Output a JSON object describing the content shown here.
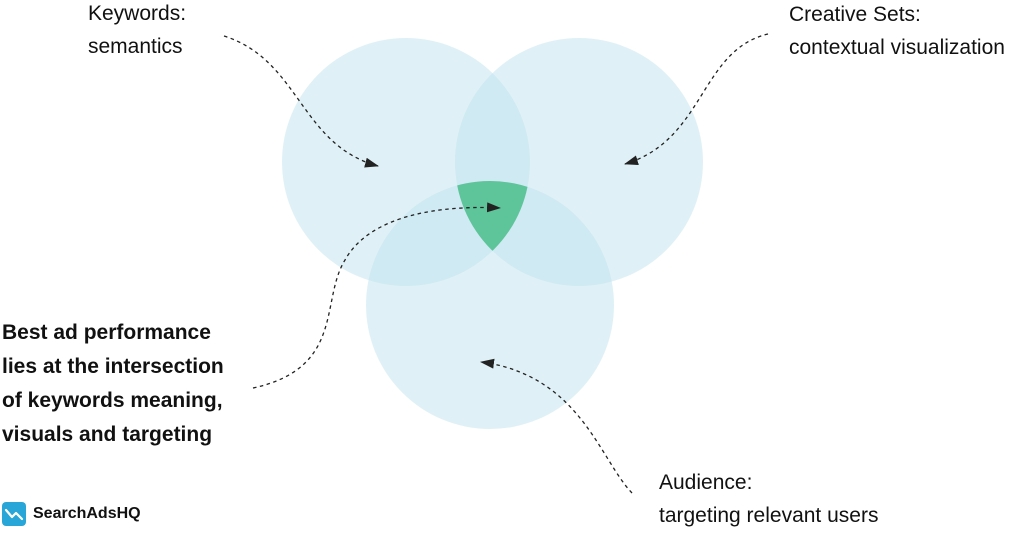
{
  "labels": {
    "keywords": {
      "line1": "Keywords:",
      "line2": "semantics"
    },
    "creative_sets": {
      "line1": "Creative Sets:",
      "line2": "contextual visualization"
    },
    "audience": {
      "line1": "Audience:",
      "line2": "targeting relevant users"
    },
    "best_performance": {
      "lines": [
        "Best ad performance",
        "lies at the intersection",
        "of keywords meaning,",
        "visuals and targeting"
      ]
    }
  },
  "brand": {
    "name": "SearchAdsHQ",
    "icon": "trend-line-icon"
  },
  "colors": {
    "circle_fill": "#bfe3ee",
    "intersection_fill": "#5ec49a",
    "arrow": "#222222",
    "brand_accent": "#29a6d8"
  }
}
